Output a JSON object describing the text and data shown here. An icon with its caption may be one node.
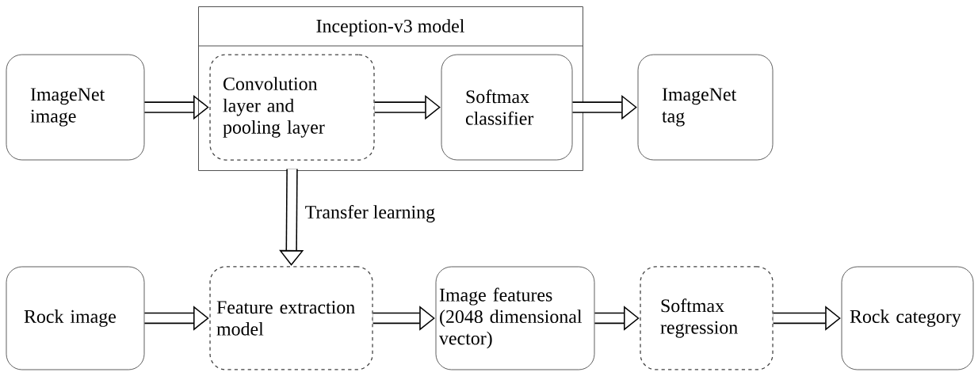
{
  "diagram": {
    "nodes": [
      {
        "text": [
          "ImageNet image"
        ]
      },
      {
        "text": [
          "Inception-v3 model"
        ]
      },
      {
        "text": [
          "Convolution layer and pooling layer"
        ],
        "in": 1
      },
      {
        "text": [
          "Softmax classifier"
        ],
        "in": 1
      },
      {
        "text": [
          "ImageNet tag"
        ]
      },
      {
        "text": [
          "Rock image"
        ]
      },
      {
        "text": [
          "Feature extraction model"
        ]
      },
      {
        "text": [
          "Image features (2048 dimensional vector)"
        ]
      },
      {
        "text": [
          "Softmax regression"
        ]
      },
      {
        "text": [
          "Rock category"
        ]
      }
    ],
    "edges": [
      {
        "from": 0,
        "to": 2,
        "arrow": "to"
      },
      {
        "from": 2,
        "to": 3,
        "arrow": "to"
      },
      {
        "from": 3,
        "to": 4,
        "arrow": "to"
      },
      {
        "from": 2,
        "to": 6,
        "arrow": "to",
        "label": "Transfer learning"
      },
      {
        "from": 5,
        "to": 6,
        "arrow": "to"
      },
      {
        "from": 6,
        "to": 7,
        "arrow": "to"
      },
      {
        "from": 7,
        "to": 8,
        "arrow": "to"
      },
      {
        "from": 8,
        "to": 9,
        "arrow": "to"
      }
    ]
  }
}
